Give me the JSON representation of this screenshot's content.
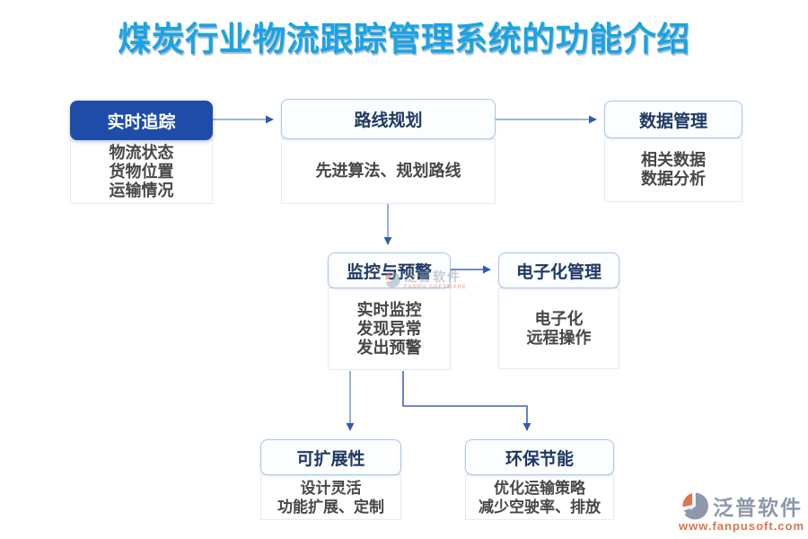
{
  "title": "煤炭行业物流跟踪管理系统的功能介绍",
  "nodes": {
    "realtime": {
      "label": "实时追踪",
      "items": [
        "物流状态",
        "货物位置",
        "运输情况"
      ]
    },
    "route": {
      "label": "路线规划",
      "items": [
        "先进算法、规划路线"
      ]
    },
    "data": {
      "label": "数据管理",
      "items": [
        "相关数据",
        "数据分析"
      ]
    },
    "monitor": {
      "label": "监控与预警",
      "items": [
        "实时监控",
        "发现异常",
        "发出预警"
      ]
    },
    "digital": {
      "label": "电子化管理",
      "items": [
        "电子化",
        "远程操作"
      ]
    },
    "scalable": {
      "label": "可扩展性",
      "items": [
        "设计灵活",
        "功能扩展、定制"
      ]
    },
    "eco": {
      "label": "环保节能",
      "items": [
        "优化运输策略",
        "减少空驶率、排放"
      ]
    }
  },
  "watermark": {
    "brand": "泛普软件",
    "url": "www.fanpusoft.com",
    "center_brand": "泛普软件",
    "center_caption": "FANPU SOFTWARE"
  },
  "colors": {
    "title": "#1aa3e3",
    "primary_header_bg": "#1e4ca8",
    "header_text": "#1f3864",
    "body_text": "#474747",
    "arrow_line": "#7f9bcd",
    "arrow_head": "#2e5bb5",
    "logo_gray": "#8e98aa",
    "logo_orange": "#e0744f"
  }
}
